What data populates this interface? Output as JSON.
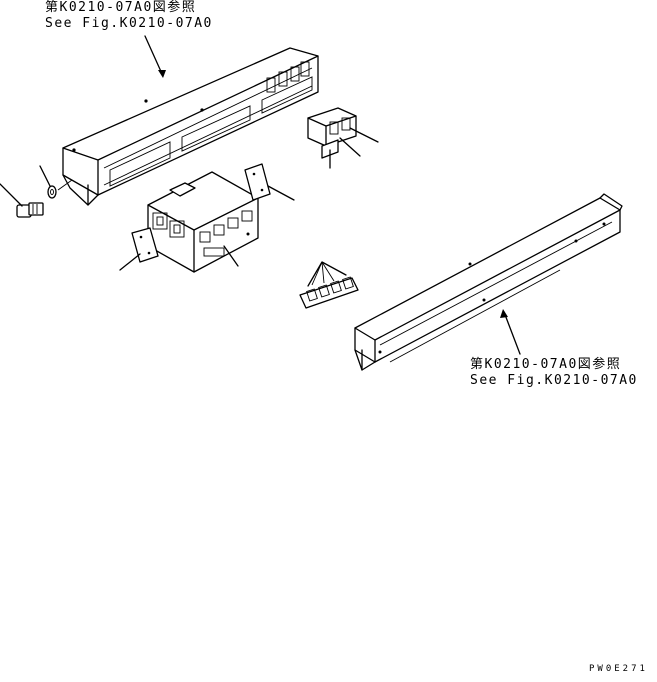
{
  "callouts": {
    "top": {
      "line1": "第K0210-07A0図参照",
      "line2": "See Fig.K0210-07A0"
    },
    "right": {
      "line1": "第K0210-07A0図参照",
      "line2": "See Fig.K0210-07A0"
    }
  },
  "drawing_code": "PW0E271",
  "colors": {
    "ink": "#000000",
    "paper": "#ffffff"
  }
}
